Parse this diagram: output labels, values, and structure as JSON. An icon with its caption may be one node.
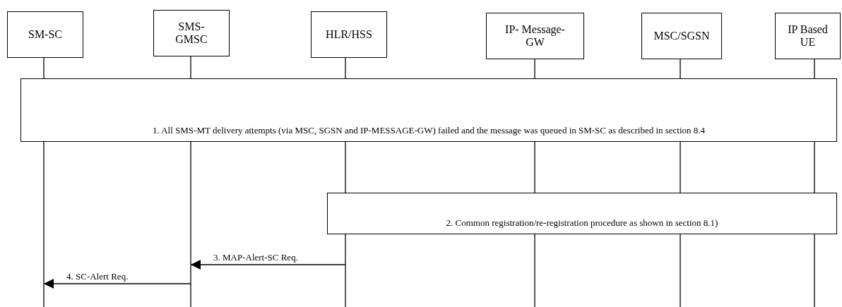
{
  "diagram": {
    "nodes": [
      {
        "text": [
          "SM-SC"
        ]
      },
      {
        "text": [
          "SMS- GMSC"
        ]
      },
      {
        "text": [
          "HLR/HSS"
        ]
      },
      {
        "text": [
          "IP- Message-GW"
        ]
      },
      {
        "text": [
          "MSC/SGSN"
        ]
      },
      {
        "text": [
          "IP Based UE"
        ]
      },
      {
        "text": [
          "1. All SMS-MT delivery attempts (via MSC, SGSN and IP-MESSAGE-GW) failed and the message was queued in SM-SC as described in section 8.4"
        ]
      },
      {
        "text": [
          "2. Common registration/re-registration procedure as shown in section 8.1)"
        ]
      }
    ],
    "edges": [
      {
        "from": 2,
        "to": 1,
        "arrow": "to",
        "label": "3. MAP-Alert-SC Req."
      },
      {
        "from": 1,
        "to": 0,
        "arrow": "to",
        "label": "4. SC-Alert Req."
      }
    ]
  }
}
